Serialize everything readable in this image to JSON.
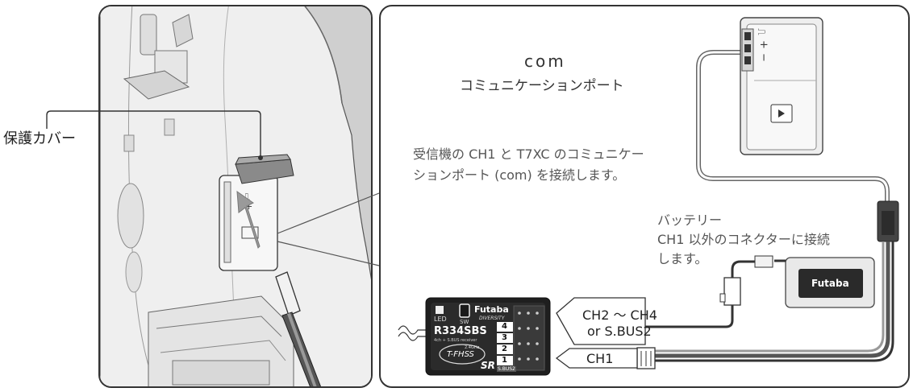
{
  "left_panel": {
    "callout_label": "保護カバー"
  },
  "right_panel": {
    "com_title": "com",
    "com_subtitle": "コミュニケーションポート",
    "connect_note_line1": "受信機の CH1 と T7XC のコミュニケー",
    "connect_note_line2": "ションポート (com) を接続します。",
    "battery_line1": "バッテリー",
    "battery_line2": "CH1 以外のコネクターに接続",
    "battery_line3": "します。",
    "battery_brand": "Futaba",
    "tag_ch2_line1": "CH2 ～ CH4",
    "tag_ch2_line2": "or S.BUS2",
    "tag_ch1": "CH1",
    "port_marks": [
      "⎍",
      "+",
      "−"
    ]
  },
  "receiver": {
    "brand": "Futaba",
    "diversity": "DIVERSITY",
    "model": "R334SBS",
    "sub_model": "4ch + S.BUS receiver",
    "led_label": "LED",
    "sw_label": "SW",
    "fhss_freq": "2.4GHz",
    "fhss_label": "T-FHSS",
    "sr_label": "SR",
    "ports": [
      "4",
      "3",
      "2",
      "1"
    ],
    "sbus_label": "S.BUS2"
  }
}
